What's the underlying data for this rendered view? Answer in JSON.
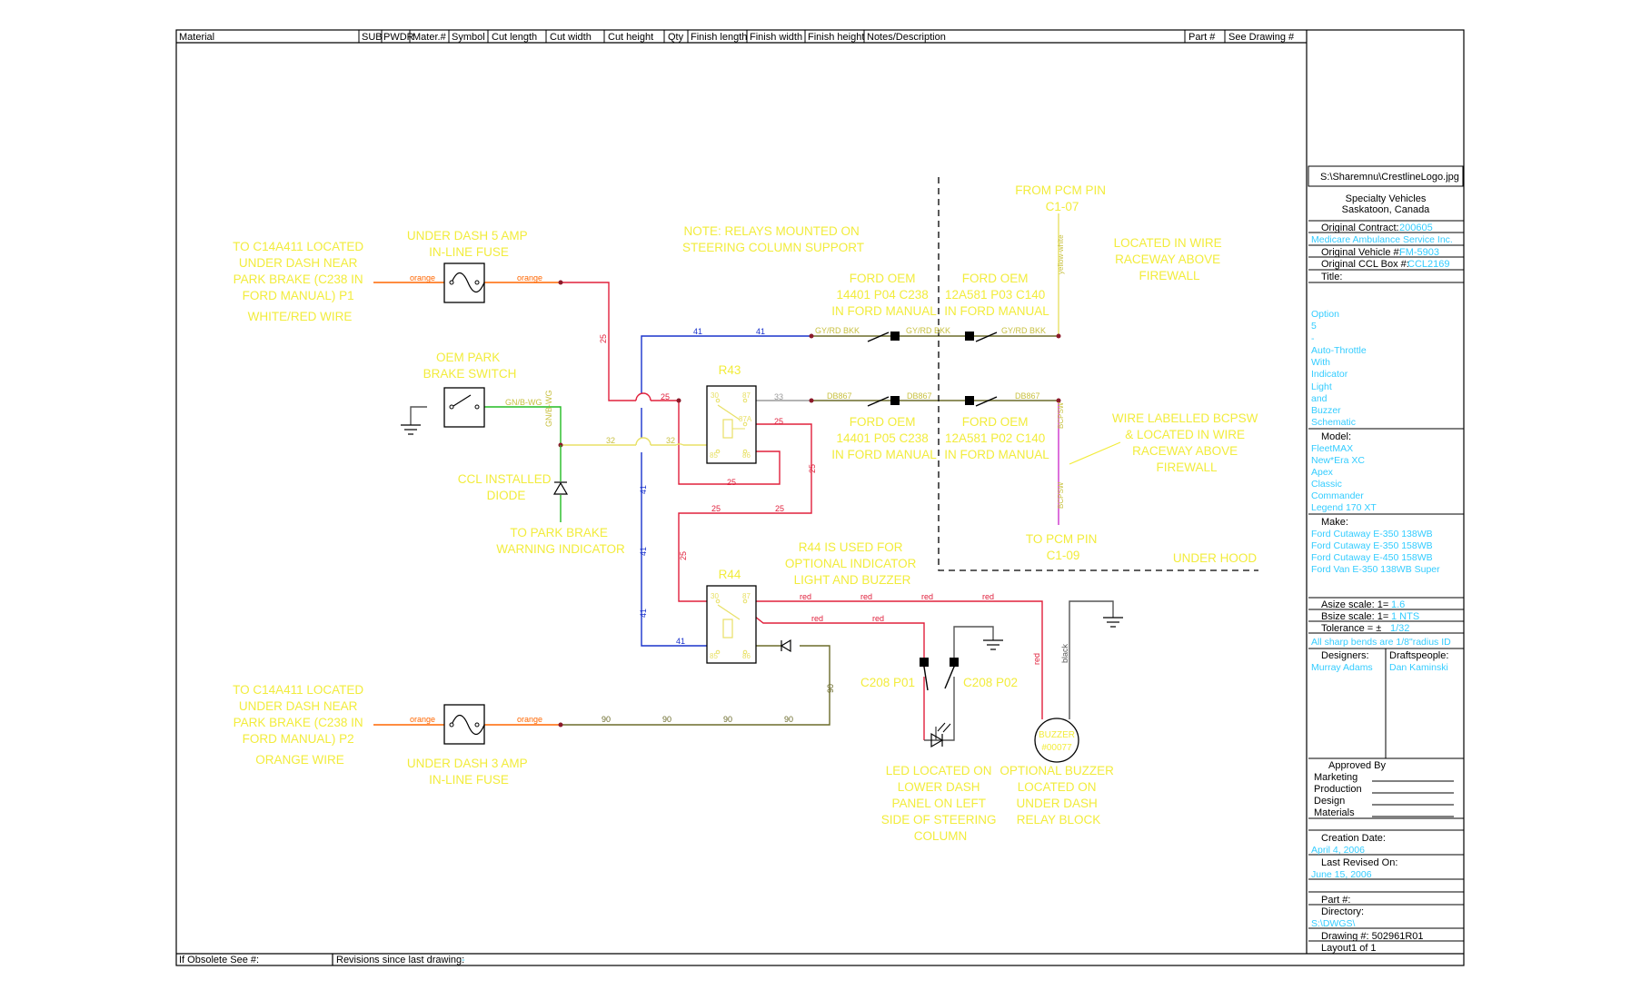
{
  "header": {
    "columns": [
      "Material",
      "SUB",
      "PWDR",
      "Mater.#",
      "Symbol",
      "Cut length",
      "Cut width",
      "Cut height",
      "Qty",
      "Finish length",
      "Finish width",
      "Finish height",
      "Notes/Description",
      "Part #",
      "See Drawing #"
    ]
  },
  "footer": {
    "obsolete_label": "If Obsolete See #:",
    "revisions_label": "Revisions since last drawing:",
    "revisions_value": "-"
  },
  "title_block": {
    "logo_path": "S:\\Sharemnu\\CrestlineLogo.jpg",
    "company_line1": "Specialty Vehicles",
    "company_line2": "Saskatoon, Canada",
    "original_contract_label": "Original Contract:",
    "original_contract_value": "200605",
    "customer": "Medicare Ambulance Service Inc.",
    "original_vehicle_label": "Original Vehicle #:",
    "original_vehicle_value": "FM-5903",
    "original_ccl_label": "Original CCL Box #:",
    "original_ccl_value": "CCL2169",
    "title_label": "Title:",
    "title_lines": [
      "Option",
      "5",
      "-",
      "Auto-Throttle",
      "With",
      "Indicator",
      "Light",
      "and",
      "Buzzer",
      "Schematic"
    ],
    "model_label": "Model:",
    "models": [
      "FleetMAX",
      "New*Era XC",
      "Apex",
      "Classic",
      "Commander",
      "Legend 170 XT"
    ],
    "make_label": "Make:",
    "makes": [
      "Ford Cutaway E-350 138WB",
      "Ford Cutaway E-350 158WB",
      "Ford Cutaway E-450 158WB",
      "Ford Van E-350 138WB Super"
    ],
    "asize_label": "Asize scale: 1=",
    "asize_value": "1.6",
    "bsize_label": "Bsize scale: 1=",
    "bsize_value": "1  NTS",
    "tolerance_label": "Tolerance = ±",
    "tolerance_value": "1/32",
    "bends_note": "All sharp bends are 1/8\"radius ID",
    "designers_label": "Designers:",
    "designers_value": "Murray Adams",
    "draftspeople_label": "Draftspeople:",
    "draftspeople_value": "Dan Kaminski",
    "approved_label": "Approved By",
    "approvals": [
      "Marketing",
      "Production",
      "Design",
      "Materials"
    ],
    "creation_label": "Creation Date:",
    "creation_value": "April 4, 2006",
    "revised_label": "Last Revised On:",
    "revised_value": "June 15, 2006",
    "part_label": "Part #:",
    "directory_label": "Directory:",
    "directory_value": "S:\\DWGS\\",
    "drawing_label": "Drawing #: 502961R01",
    "layout_label": "Layout1  of 1"
  },
  "colors": {
    "frame": "#000000",
    "label": "#f2ec3c",
    "cyan": "#33ccff",
    "orange": "#ff6600",
    "red": "#e0203c",
    "blue": "#1a33cc",
    "green": "#22bb22",
    "yellow_wire": "#e8e066",
    "gray_wire": "#9a9a9a",
    "olive_wire": "#6b6b2a",
    "magenta_wire": "#cc33cc",
    "olive_text": "#6b6b2a"
  },
  "diagram": {
    "notes": {
      "fuse5_top": [
        "TO C14A411 LOCATED",
        "UNDER DASH NEAR",
        "PARK BRAKE (C238 IN",
        "FORD MANUAL) P1",
        "WHITE/RED WIRE"
      ],
      "fuse5_label": [
        "UNDER DASH 5 AMP",
        "IN-LINE FUSE"
      ],
      "relays_note": [
        "NOTE: RELAYS MOUNTED ON",
        "STEERING COLUMN SUPPORT"
      ],
      "pcm_top": [
        "FROM PCM PIN",
        "C1-07"
      ],
      "raceway1": [
        "LOCATED IN WIRE",
        "RACEWAY ABOVE",
        "FIREWALL"
      ],
      "ford_oem_a_top": [
        "FORD OEM",
        "14401 P04 C238",
        "IN FORD MANUAL"
      ],
      "ford_oem_b_top": [
        "FORD OEM",
        "12A581 P03 C140",
        "IN FORD MANUAL"
      ],
      "park_switch": [
        "OEM PARK",
        "BRAKE SWITCH"
      ],
      "r43": "R43",
      "ford_oem_a_bot": [
        "FORD OEM",
        "14401 P05 C238",
        "IN FORD MANUAL"
      ],
      "ford_oem_b_bot": [
        "FORD OEM",
        "12A581 P02 C140",
        "IN FORD MANUAL"
      ],
      "raceway2": [
        "WIRE LABELLED BCPSW",
        "& LOCATED IN WIRE",
        "RACEWAY ABOVE",
        "FIREWALL"
      ],
      "ccl_diode": [
        "CCL INSTALLED",
        "DIODE"
      ],
      "park_warning": [
        "TO PARK BRAKE",
        "WARNING INDICATOR"
      ],
      "pcm_bottom": [
        "TO PCM PIN",
        "C1-09"
      ],
      "under_hood": "UNDER HOOD",
      "r44_note": [
        "R44 IS USED FOR",
        "OPTIONAL INDICATOR",
        "LIGHT AND BUZZER"
      ],
      "r44": "R44",
      "c208_p01": "C208 P01",
      "c208_p02": "C208 P02",
      "fuse3_top": [
        "TO C14A411 LOCATED",
        "UNDER DASH NEAR",
        "PARK BRAKE (C238 IN",
        "FORD MANUAL) P2",
        "ORANGE WIRE"
      ],
      "fuse3_label": [
        "UNDER DASH 3 AMP",
        "IN-LINE FUSE"
      ],
      "led_note": [
        "LED LOCATED ON",
        "LOWER DASH",
        "PANEL ON LEFT",
        "SIDE OF STEERING",
        "COLUMN"
      ],
      "buzzer_note": [
        "OPTIONAL BUZZER",
        "LOCATED ON",
        "UNDER DASH",
        "RELAY BLOCK"
      ],
      "buzzer_label": [
        "BUZZER",
        "#00077"
      ]
    },
    "wire_labels": {
      "orange": "orange",
      "n25": "25",
      "n41": "41",
      "n33": "33",
      "n32": "32",
      "n90": "90",
      "red": "red",
      "black": "black",
      "gy_rd_blk": "GY/RD BKK",
      "db867": "DB867",
      "yellow_white": "yellow-white",
      "green_white": "GN/B-WG",
      "bcpsw": "BCPSW",
      "r85": "85",
      "r86": "86",
      "r87": "87",
      "r87a": "87A",
      "r30": "30"
    }
  }
}
